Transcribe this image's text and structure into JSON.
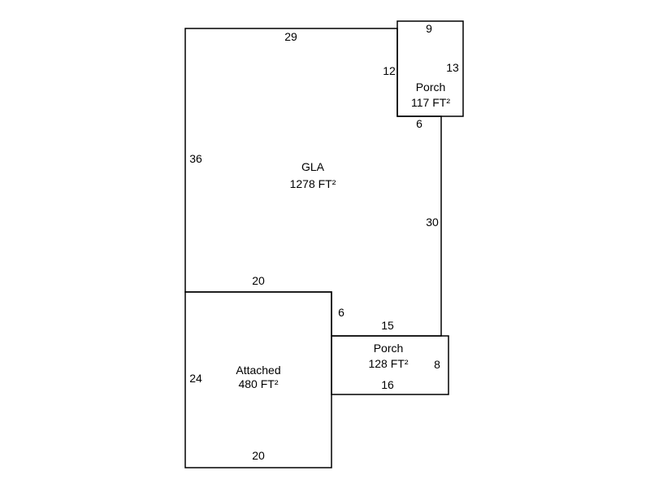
{
  "diagram": {
    "type": "floor-plan-sketch",
    "background": "#ffffff",
    "line_color": "#000000",
    "areas": {
      "gla": {
        "label": "GLA",
        "area": "1278 FT²"
      },
      "porch_top": {
        "label": "Porch",
        "area": "117 FT²"
      },
      "attached": {
        "label": "Attached",
        "area": "480 FT²"
      },
      "porch_bottom": {
        "label": "Porch",
        "area": "128 FT²"
      }
    },
    "dims": {
      "gla_top": "29",
      "gla_left": "36",
      "gla_right": "30",
      "gla_porch_bottom": "6",
      "gla_step": "6",
      "porch_top_width": "9",
      "porch_top_right": "13",
      "porch_top_left": "12",
      "attached_top": "20",
      "attached_left": "24",
      "attached_bottom": "20",
      "porch_bottom_top": "15",
      "porch_bottom_right": "8",
      "porch_bottom_bottom": "16"
    }
  }
}
